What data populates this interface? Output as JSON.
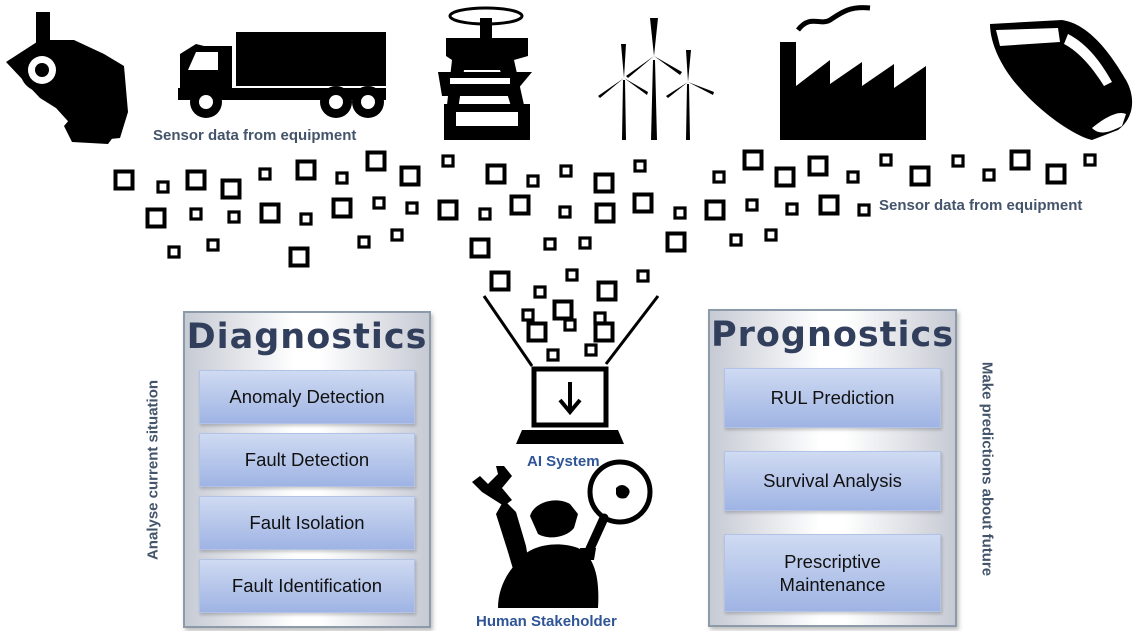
{
  "captions": {
    "sensor_data_top": "Sensor data from equipment",
    "sensor_data_right": "Sensor data from equipment",
    "ai_system": "AI System",
    "human_stakeholder": "Human Stakeholder"
  },
  "side_labels": {
    "left": "Analyse current situation",
    "right": "Make predictions about future"
  },
  "diagnostics": {
    "title": "Diagnostics",
    "items": [
      "Anomaly Detection",
      "Fault Detection",
      "Fault Isolation",
      "Fault Identification"
    ]
  },
  "prognostics": {
    "title": "Prognostics",
    "items": [
      "RUL Prediction",
      "Survival Analysis",
      "Prescriptive\nMaintenance"
    ]
  },
  "icons": [
    "ladle-icon",
    "truck-icon",
    "press-machine-icon",
    "wind-turbines-icon",
    "factory-icon",
    "train-icon",
    "laptop-download-icon",
    "mechanic-with-magnifier-icon"
  ],
  "colors": {
    "caption_grey": "#44546a",
    "caption_blue": "#2f5597",
    "title_navy": "#323f5c",
    "box_blue": "#9fb4e4"
  }
}
